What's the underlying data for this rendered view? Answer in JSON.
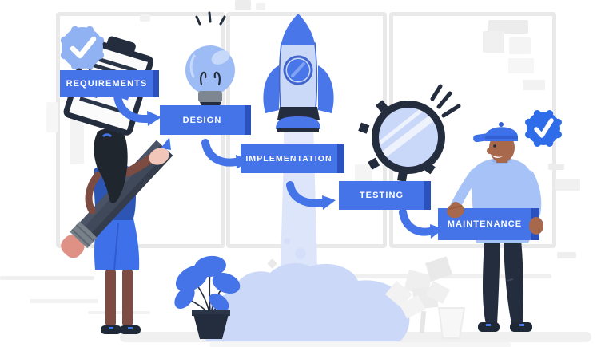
{
  "illustration_title": "Software process stages illustration",
  "stages": [
    {
      "label": "REQUIREMENTS"
    },
    {
      "label": "DESIGN"
    },
    {
      "label": "IMPLEMENTATION"
    },
    {
      "label": "TESTING"
    },
    {
      "label": "MAINTENANCE"
    }
  ],
  "icons": {
    "approved_badge": "checkmark",
    "verified_badge": "checkmark",
    "clipboard": "document with text lines",
    "lightbulb": "idea bulb",
    "rocket": "launching rocket",
    "magnifier": "magnifying glass",
    "pencil": "giant pencil",
    "plant": "potted plant"
  },
  "colors": {
    "accent": "#4573E8",
    "accent_dark": "#2A51BD",
    "periwinkle": "#A6C2F7",
    "pale_blue": "#CBD8F8",
    "ink": "#232D3E",
    "frame_gray": "#E9E9E9",
    "label_text": "#FFFFFF"
  }
}
